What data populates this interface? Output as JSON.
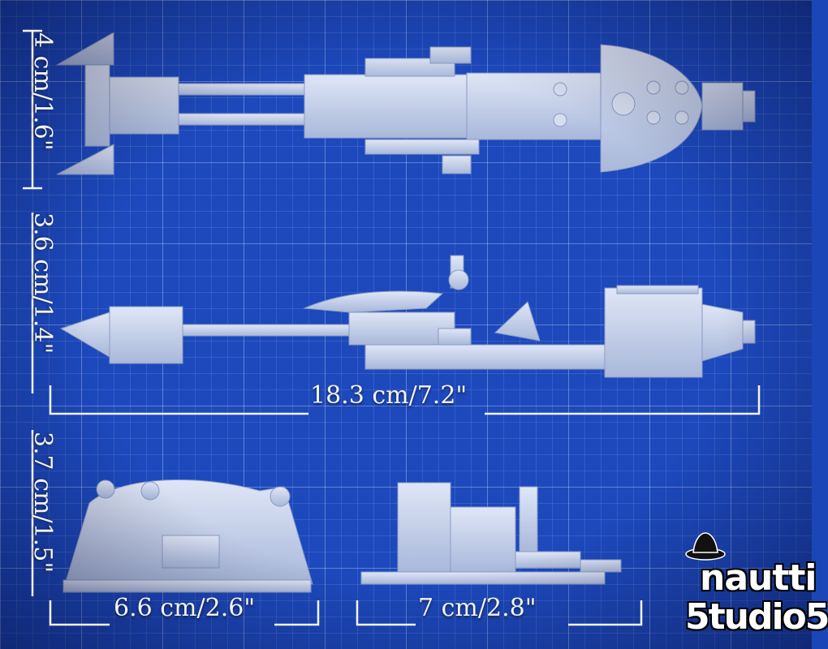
{
  "dimensions": {
    "top_view_height": "4 cm/1.6\"",
    "side_view_height": "3.6 cm/1.4\"",
    "length": "18.3 cm/7.2\"",
    "front_view_height": "3.7 cm/1.5\"",
    "front_view_width": "6.6 cm/2.6\"",
    "rear_view_width": "7 cm/2.8\""
  },
  "logo": {
    "line1": "nautti",
    "line2": "5tudio5"
  },
  "colors": {
    "background": "#1d49bd",
    "model": "#c9d4ec",
    "model_shadow": "#8fa0c6"
  }
}
